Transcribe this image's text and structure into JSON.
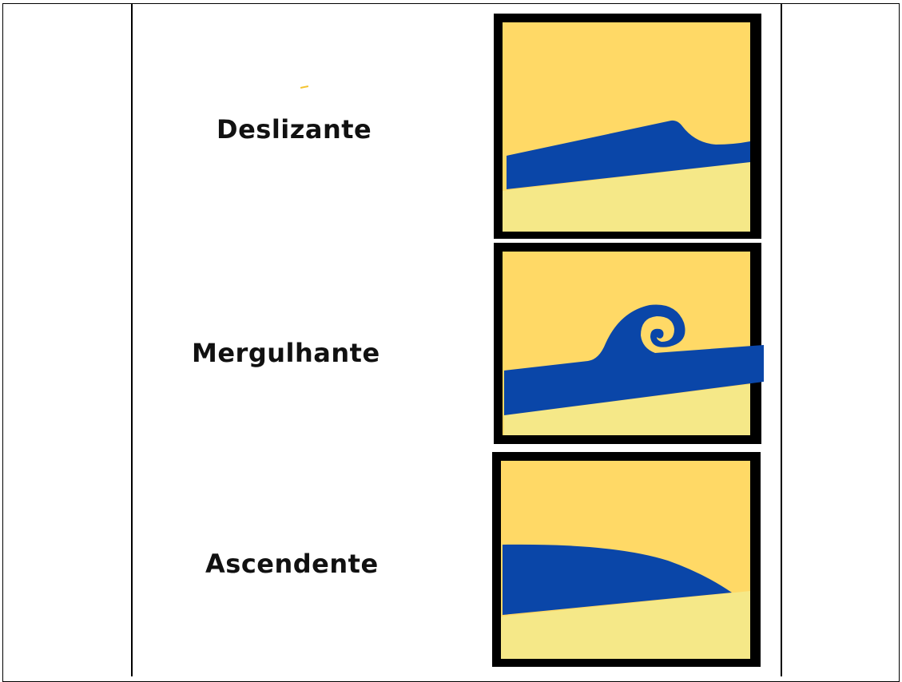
{
  "labels": {
    "spilling": "Deslizante",
    "plunging": "Mergulhante",
    "surging": "Ascendente"
  },
  "colors": {
    "sky": "#ffd966",
    "sand": "#f5e888",
    "water": "#0a46a8",
    "frame": "#000000"
  },
  "panels": [
    {
      "type": "spilling",
      "icon": "spilling-wave-icon"
    },
    {
      "type": "plunging",
      "icon": "plunging-wave-icon"
    },
    {
      "type": "surging",
      "icon": "surging-wave-icon"
    }
  ]
}
